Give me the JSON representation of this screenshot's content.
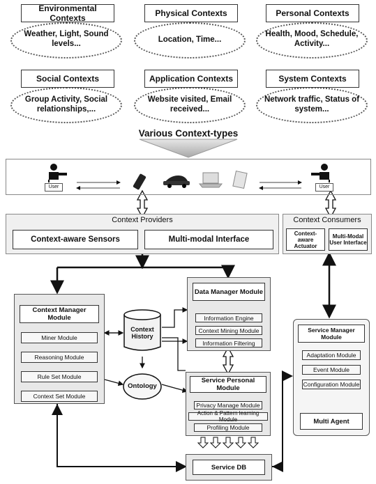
{
  "contexts": [
    {
      "title": "Environmental Contexts",
      "examples": "Weather, Light, Sound levels..."
    },
    {
      "title": "Physical Contexts",
      "examples": "Location, Time..."
    },
    {
      "title": "Personal Contexts",
      "examples": "Health, Mood, Schedule, Activity..."
    },
    {
      "title": "Social Contexts",
      "examples": "Group Activity, Social relationships,..."
    },
    {
      "title": "Application Contexts",
      "examples": "Website visited, Email received..."
    },
    {
      "title": "System Contexts",
      "examples": "Network traffic, Status of system..."
    }
  ],
  "various_label": "Various Context-types",
  "user_label": "User",
  "providers": {
    "title": "Context Providers",
    "sensors": "Context-aware Sensors",
    "multimodal": "Multi-modal Interface"
  },
  "consumers": {
    "title": "Context Consumers",
    "actuator": "Context-aware Actuator",
    "multimodal_ui": "Multi-Modal User Interface"
  },
  "context_manager": {
    "title": "Context Manager Module",
    "items": [
      "Miner Module",
      "Reasoning Module",
      "Rule Set Module",
      "Context Set Module"
    ]
  },
  "context_history": "Context History",
  "ontology": "Ontology",
  "data_manager": {
    "title": "Data Manager Module",
    "items": [
      "Information Engine",
      "Context Mining Module",
      "Information Filtering"
    ]
  },
  "service_personal": {
    "title": "Service Personal Module",
    "items": [
      "Privacy Manage Module",
      "Action & Pattern learning Module",
      "Profiling Module"
    ]
  },
  "service_manager": {
    "title": "Service Manager Module",
    "items": [
      "Adaptation Module",
      "Event Module",
      "Configuration Module"
    ],
    "multi_agent": "Multi Agent"
  },
  "service_db": "Service DB",
  "colors": {
    "panel": "#f0f0f0",
    "module": "#e8e8e8",
    "arrow_gray": "#999999"
  }
}
